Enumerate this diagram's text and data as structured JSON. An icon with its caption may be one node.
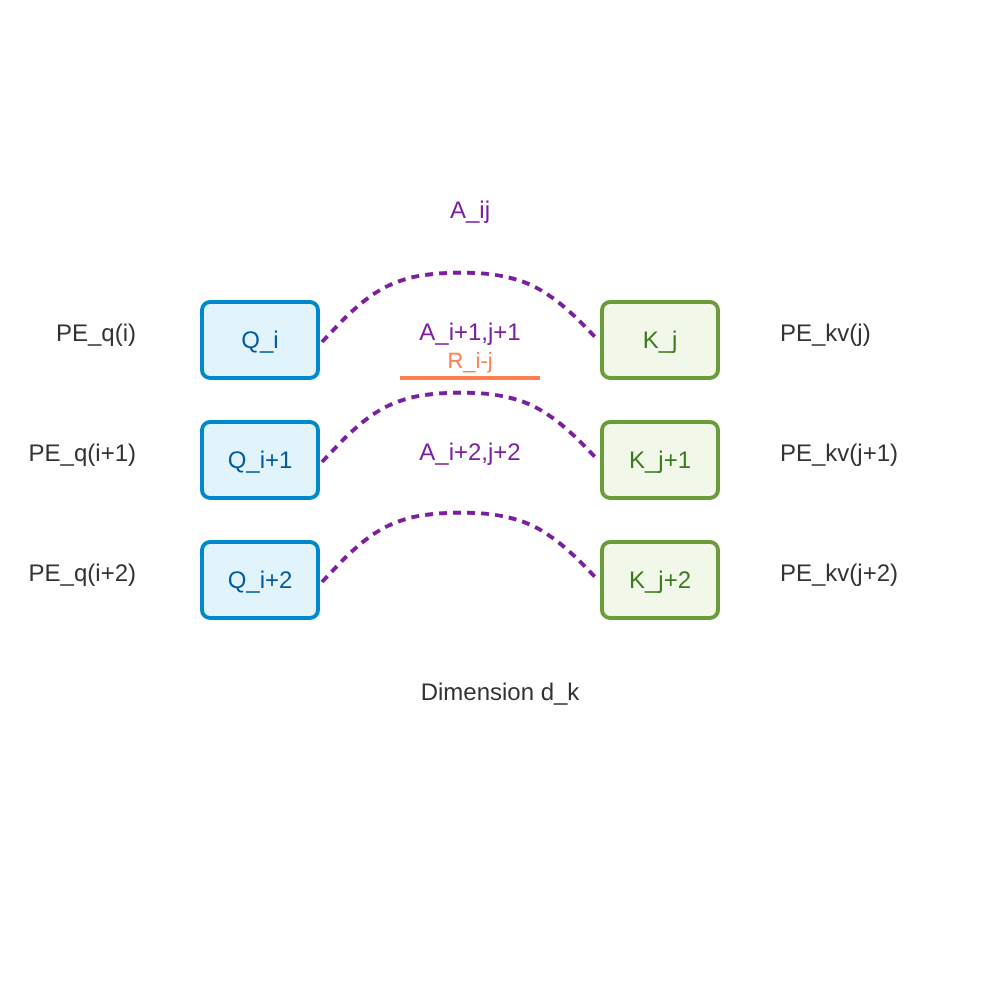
{
  "diagram": {
    "nodes": [
      {
        "text": [
          "Q_i"
        ],
        "beside": [
          "PE_q(i)"
        ]
      },
      {
        "text": [
          "K_j"
        ],
        "beside": [
          "PE_kv(j)"
        ]
      },
      {
        "text": [
          "Q_i+1"
        ],
        "beside": [
          "PE_q(i+1)"
        ]
      },
      {
        "text": [
          "K_j+1"
        ],
        "beside": [
          "PE_kv(j+1)"
        ]
      },
      {
        "text": [
          "Q_i+2"
        ],
        "beside": [
          "PE_q(i+2)"
        ]
      },
      {
        "text": [
          "K_j+2"
        ],
        "beside": [
          "PE_kv(j+2)"
        ]
      }
    ],
    "edges": [
      {
        "from": 0,
        "to": 1,
        "arrow": "none",
        "style": "dashed"
      },
      {
        "from": 2,
        "to": 3,
        "arrow": "none",
        "style": "dashed"
      },
      {
        "from": 4,
        "to": 5,
        "arrow": "none",
        "style": "dashed"
      }
    ],
    "labels": [
      "A_ij",
      "A_i+1,j+1",
      "R_i-j",
      "A_i+2,j+2",
      "Dimension d_k"
    ]
  }
}
